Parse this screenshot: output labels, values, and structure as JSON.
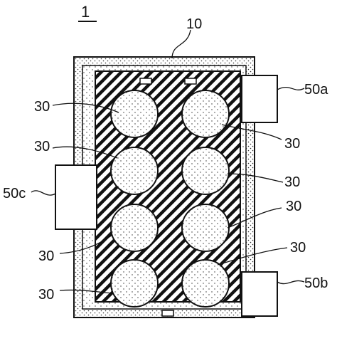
{
  "figure": {
    "number": "1",
    "labels": {
      "outer_layer": "10",
      "circles": "30",
      "terminal_a": "50a",
      "terminal_b": "50b",
      "terminal_c": "50c"
    }
  },
  "colors": {
    "stroke": "#111111",
    "background": "#ffffff",
    "dot_fill": "#ffffff",
    "hatch": "#111111"
  }
}
